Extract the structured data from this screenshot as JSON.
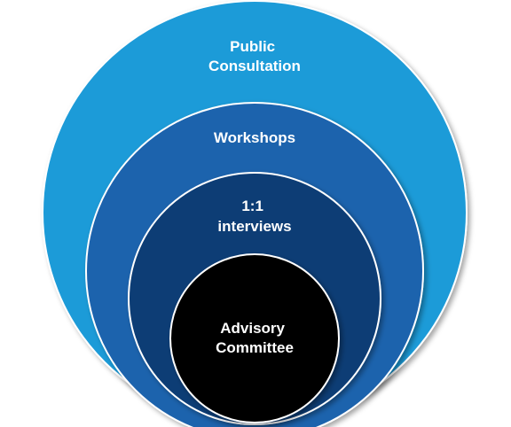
{
  "diagram": {
    "type": "nested-circles",
    "colors": {
      "outer": "#1f9bd8",
      "second": "#1f63ad",
      "third": "#0d3c74",
      "inner": "#000000",
      "text": "#ffffff",
      "ring_stroke": "#ffffff"
    },
    "layers": [
      {
        "label_lines": [
          "Public",
          "Consultation"
        ]
      },
      {
        "label_lines": [
          "Workshops"
        ]
      },
      {
        "label_lines": [
          "1:1",
          "interviews"
        ]
      },
      {
        "label_lines": [
          "Advisory",
          "Committee"
        ]
      }
    ]
  }
}
